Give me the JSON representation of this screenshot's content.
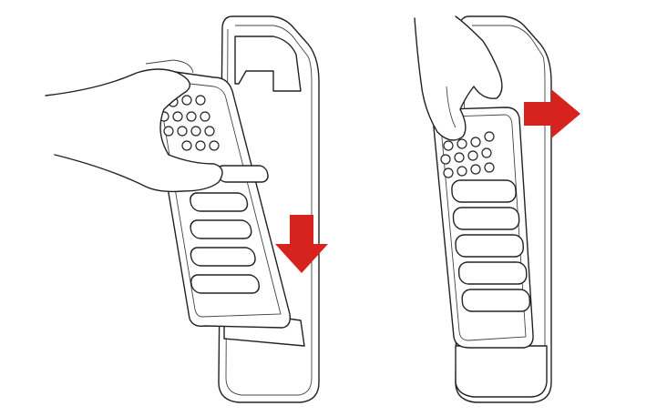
{
  "colors": {
    "arrow": "#d7231e",
    "line": "#222222",
    "background": "#ffffff"
  },
  "steps": [
    {
      "illustration": "hand-holding-grille-panel",
      "arrow": "arrow-down-icon",
      "direction": "down"
    },
    {
      "illustration": "hand-pulling-grille-panel",
      "arrow": "arrow-right-icon",
      "direction": "right"
    }
  ]
}
